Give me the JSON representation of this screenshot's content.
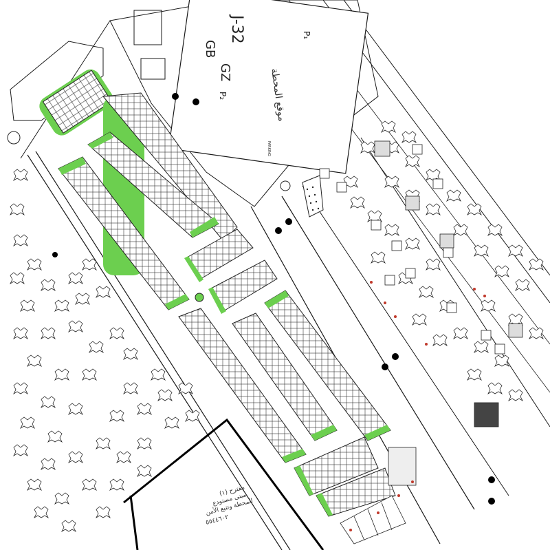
{
  "map": {
    "labels": {
      "zone_code": "J-32",
      "p1": "P₁",
      "p2": "P₂",
      "gb": "GB",
      "gz": "GZ",
      "site_arabic": "موقع المحطة",
      "parking": "PARKING",
      "note_arabic_1": "مقترح (١)",
      "note_arabic_2": "مبنى مستودع",
      "note_arabic_3": "المحطة وتتبع الأمن",
      "note_arabic_4": "٥٥٤٤٦٠٢"
    },
    "colors": {
      "line": "#1a1a1a",
      "green": "#6ccf4f",
      "plot_fill": "#ffffff",
      "marker": "#000000",
      "marker_red": "#c0392b"
    }
  }
}
